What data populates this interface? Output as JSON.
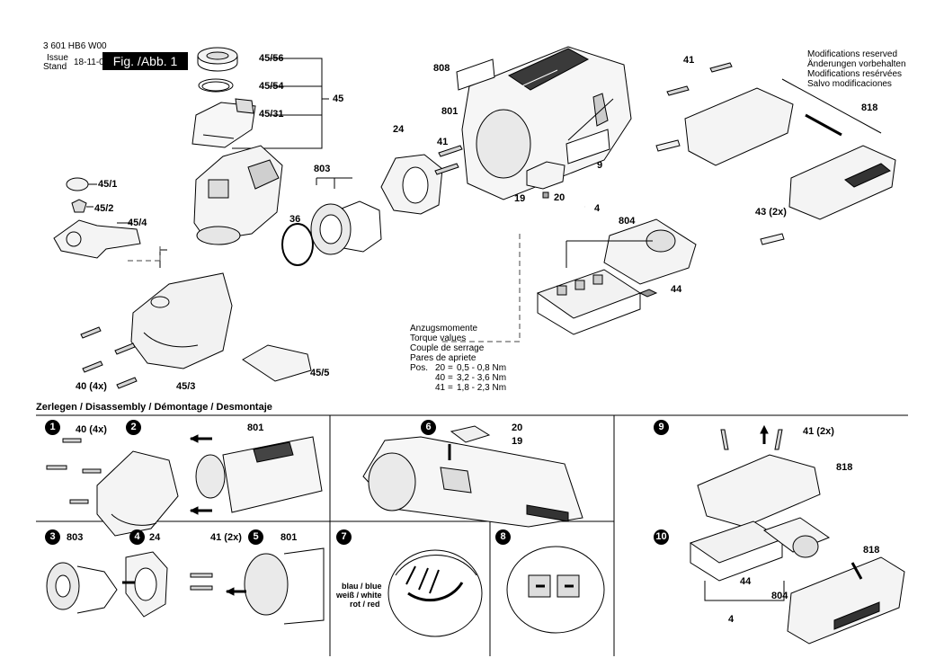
{
  "header": {
    "doc_number": "3 601 HB6 W00",
    "issue_label": "Issue",
    "stand_label": "Stand",
    "date": "18-11-06",
    "figure_title": "Fig. /Abb. 1",
    "modifications": [
      "Modifications reserved",
      "Änderungen vorbehalten",
      "Modifications resérvées",
      "Salvo modificaciones"
    ]
  },
  "torque": {
    "lines": [
      "Anzugsmomente",
      "Torque values",
      "Couple de serrage",
      "Pares de apriete"
    ],
    "pos_label": "Pos.",
    "rows": [
      {
        "pos": "20",
        "eq": "=",
        "value": "0,5 - 0,8 Nm"
      },
      {
        "pos": "40",
        "eq": "=",
        "value": "3,2 - 3,6 Nm"
      },
      {
        "pos": "41",
        "eq": "=",
        "value": "1,8 - 2,3 Nm"
      }
    ]
  },
  "parts": {
    "p45_56": "45/56",
    "p45_54": "45/54",
    "p45_31": "45/31",
    "p45": "45",
    "p45_1": "45/1",
    "p45_2": "45/2",
    "p45_4": "45/4",
    "p45_3": "45/3",
    "p45_5": "45/5",
    "p40_4x": "40 (4x)",
    "p36": "36",
    "p803": "803",
    "p24": "24",
    "p808": "808",
    "p801": "801",
    "p41": "41",
    "p9": "9",
    "p19": "19",
    "p20": "20",
    "p4": "4",
    "p804": "804",
    "p44": "44",
    "p41_top": "41",
    "p818": "818",
    "p43_2x": "43 (2x)"
  },
  "disassembly": {
    "title": "Zerlegen / Disassembly / Démontage / Desmontaje",
    "steps": [
      {
        "no": "1",
        "labels": [
          "40 (4x)"
        ]
      },
      {
        "no": "2",
        "labels": [
          "801"
        ]
      },
      {
        "no": "3",
        "labels": [
          "803"
        ]
      },
      {
        "no": "4",
        "labels": [
          "24",
          "41 (2x)"
        ]
      },
      {
        "no": "5",
        "labels": [
          "801"
        ]
      },
      {
        "no": "6",
        "labels": [
          "20",
          "19"
        ]
      },
      {
        "no": "7",
        "labels": [
          "blau / blue",
          "weiß / white",
          "rot / red"
        ]
      },
      {
        "no": "8",
        "labels": []
      },
      {
        "no": "9",
        "labels": [
          "41 (2x)",
          "818"
        ]
      },
      {
        "no": "10",
        "labels": [
          "818",
          "44",
          "804",
          "4"
        ]
      }
    ]
  }
}
